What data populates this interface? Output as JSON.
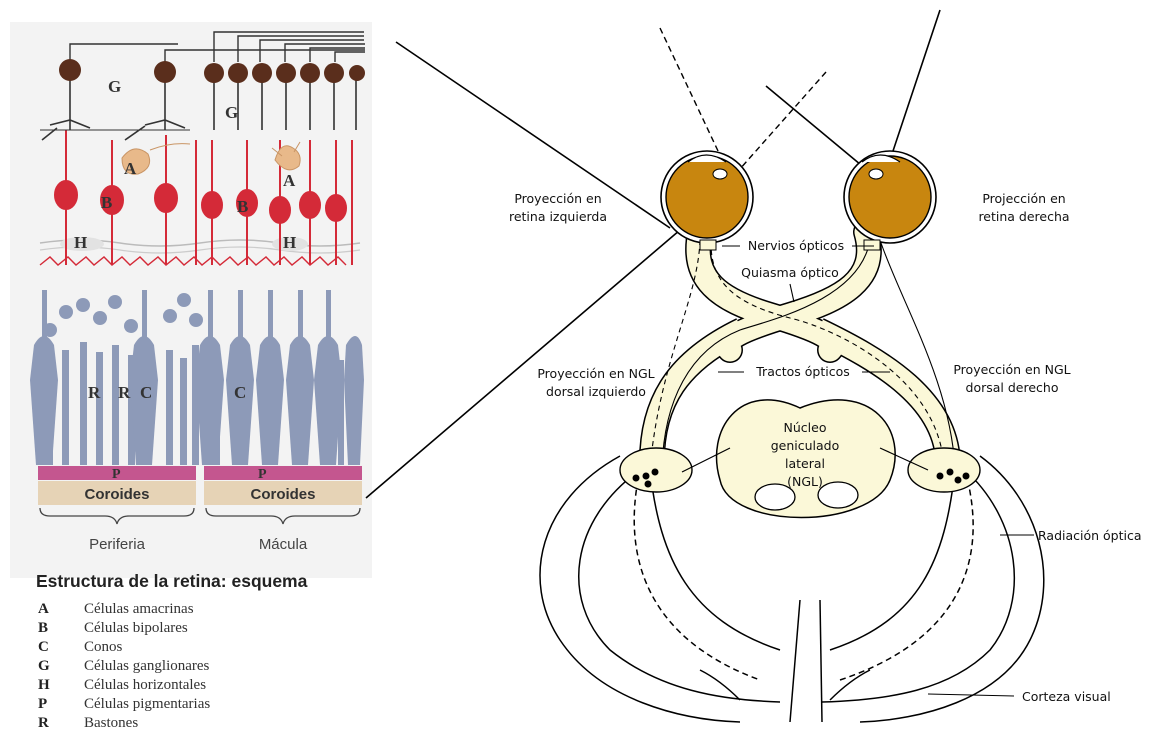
{
  "retina": {
    "cell_labels": {
      "G": "G",
      "A": "A",
      "B": "B",
      "H": "H",
      "R": "R",
      "C": "C",
      "P": "P"
    },
    "coroides": "Coroides",
    "periferia": "Periferia",
    "macula": "Mácula",
    "title": "Estructura de la retina: esquema",
    "legend": [
      {
        "letter": "A",
        "text": "Células amacrinas"
      },
      {
        "letter": "B",
        "text": "Células bipolares"
      },
      {
        "letter": "C",
        "text": "Conos"
      },
      {
        "letter": "G",
        "text": "Células ganglionares"
      },
      {
        "letter": "H",
        "text": "Células horizontales"
      },
      {
        "letter": "P",
        "text": "Células pigmentarias"
      },
      {
        "letter": "R",
        "text": "Bastones"
      }
    ]
  },
  "pathway": {
    "proy_ret_izq": [
      "Proyección en",
      "retina izquierda"
    ],
    "proy_ret_der": [
      "Projección en",
      "retina derecha"
    ],
    "nervios": "Nervios ópticos",
    "quiasma": "Quiasma óptico",
    "proy_ngl_izq": [
      "Proyección en NGL",
      "dorsal izquierdo"
    ],
    "proy_ngl_der": [
      "Proyección en NGL",
      "dorsal derecho"
    ],
    "tractos": "Tractos ópticos",
    "nucleo": [
      "Núcleo",
      "geniculado",
      "lateral",
      "(NGL)"
    ],
    "radiacion": "Radiación óptica",
    "corteza": "Corteza visual"
  },
  "colors": {
    "eye_fill": "#c8860f",
    "tract_fill": "#fbf8d8",
    "ganglion": "#5a2e1c",
    "bipolar": "#d42a38",
    "photoreceptor": "#8d9ab8",
    "amacrine": "#e8b98a",
    "pigment": "#c4568f",
    "coroides": "#e6d3b6"
  }
}
